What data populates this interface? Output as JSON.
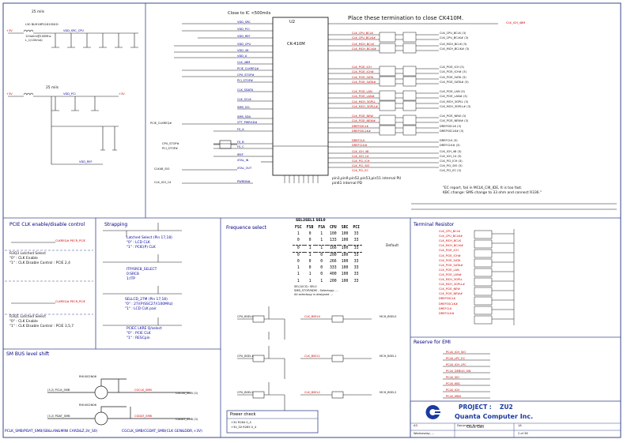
{
  "sections": {
    "pcie_ctrl": "PCIE CLK enable/disable control",
    "strapping": "Strapping",
    "freq_select": "Frequence select",
    "terminal": "Terminal Resistor",
    "smbus": "SM BUS level shift",
    "power_check": "Power check",
    "reserve": "Reserve for EMI"
  },
  "chip": {
    "ref": "U2",
    "name": "CK-410M"
  },
  "notes": {
    "close_to_ic": "Close to IC <500mils",
    "place_termination": "Place these termination to close CK410M.",
    "mils_top": "25 mils",
    "mils_mid": "25 mils",
    "pin_note1": "pin3,pin9,pin52,pin53,pin51 internal PU",
    "pin_note2": "pin61 internal PD",
    "ec_note1": "\"EC report, fail in MCLK_CIK_IDE, It is too fast.",
    "ec_note2": "KBC change: SMS change to 33 ohm and connect R336.\"",
    "default": "Default",
    "sel_note1": "SEL2(ICS): SEL0",
    "sel_note2": "SMB_STOP/NDM - Selectopy: ...",
    "sel_note3": "All selectopy is designed ..."
  },
  "pcie_ctrl": {
    "line1": "R3Q3 Latched Select",
    "line2": "\"0\" : CLK Enable",
    "line3": "\"1\" : CLK Disable Control : PCIE 2,4",
    "line4": "R3Q1 Latched Select",
    "line5": "\"0\" : CLK Enable",
    "line6": "\"1\" : CLK Disable Control : PCIE 3,5,7",
    "sig1": "CLKREQ# PECR_PCIE",
    "sig2": "CLKREQ# PECR_PCIE"
  },
  "strapping": {
    "s1_title": "Latched Select (Pin 17,18)",
    "s1_a": "\"0\" : LCD CLK",
    "s1_b": "\"1\" : PCIE(P) CLK",
    "s2_title": "ITP/SRC8_SELECT",
    "s2_a": "0:SRC8",
    "s2_b": "1:ITP",
    "s3_title": "SELLCD_27M (Pin 17,18)",
    "s3_a": "\"0\" : 27/(P)SSC27/(100Mhz)",
    "s3_b": "\"1\" : LCD CLK pair",
    "s4_title": "PCIEC LKRE Q/select",
    "s4_a": "\"0\" : PCIE CLK",
    "s4_b": "\"1\" : RESCpin"
  },
  "freq_table": {
    "title": "SEL2SEL1 SEL0",
    "headers": [
      "FSC",
      "FSB",
      "FSA",
      "CPU",
      "SRC",
      "PCI"
    ],
    "rows": [
      [
        "1",
        "0",
        "1",
        "100",
        "100",
        "33"
      ],
      [
        "0",
        "0",
        "1",
        "133",
        "100",
        "33"
      ],
      [
        "0",
        "1",
        "1",
        "166",
        "100",
        "33"
      ],
      [
        "0",
        "1",
        "0",
        "200",
        "100",
        "33"
      ],
      [
        "0",
        "0",
        "0",
        "266",
        "100",
        "33"
      ],
      [
        "1",
        "0",
        "0",
        "333",
        "100",
        "33"
      ],
      [
        "1",
        "1",
        "0",
        "400",
        "100",
        "33"
      ],
      [
        "1",
        "1",
        "1",
        "200",
        "100",
        "33"
      ]
    ]
  },
  "freq_signals": [
    "CPU_BSEL0",
    "CPU_BSEL1",
    "CPU_BSEL2",
    "MCH_BSEL0",
    "MCH_BSEL1",
    "MCH_BSEL2",
    "CLK_BSEL0",
    "CLK_BSEL1",
    "CLK_BSEL2"
  ],
  "left_pins": [
    "VDD_SRC",
    "VDD_PCI",
    "VDD_REF",
    "VDD_CPU",
    "VDD_48",
    "VDD_A",
    "CLK_48M",
    "PCIE_CLKREQ#",
    "CPU_STOP#",
    "PCI_STOP#",
    "CLK_SDATA",
    "CLK_SCLK",
    "SMB_SCL",
    "SMB_SDA",
    "VTT_PWRGD#",
    "FS_A",
    "FS_B",
    "FS_C",
    "IREF",
    "XTAL_IN",
    "XTAL_OUT",
    "PWRDN#"
  ],
  "right_clocks": [
    "CLK_CPU_BCLK",
    "CLK_CPU_BCLK#",
    "CLK_MCH_BCLK",
    "CLK_MCH_BCLK#",
    "CLK_PCIE_ICH",
    "CLK_PCIE_ICH#",
    "CLK_PCIE_SATA",
    "CLK_PCIE_SATA#",
    "CLK_PCIE_LAN",
    "CLK_PCIE_LAN#",
    "CLK_MCH_3GPLL",
    "CLK_MCH_3GPLL#",
    "CLK_PCIE_NEW",
    "CLK_PCIE_NEW#",
    "DREFSSCLK",
    "DREFSSCLK#",
    "DREFCLK",
    "DREFCLK#",
    "CLK_ICH_48",
    "CLK_ICH_14",
    "CLK_PCI_ICH",
    "CLK_PCI_SIO",
    "CLK_PCI_EC"
  ],
  "terminal_sigs": [
    "CLK_CPU_BCLK",
    "CLK_CPU_BCLK#",
    "CLK_MCH_BCLK",
    "CLK_MCH_BCLK#",
    "CLK_PCIE_ICH",
    "CLK_PCIE_ICH#",
    "CLK_PCIE_SATA",
    "CLK_PCIE_SATA#",
    "CLK_PCIE_LAN",
    "CLK_PCIE_LAN#",
    "CLK_MCH_3GPLL",
    "CLK_MCH_3GPLL#",
    "CLK_PCIE_NEW",
    "CLK_PCIE_NEW#",
    "DREFSSCLK",
    "DREFSSCLK#",
    "DREFCLK",
    "DREFCLK#"
  ],
  "reserve_sigs": [
    "PCLK_ICH_SIO",
    "PCLK_LPC_EC",
    "PCLK_ICH_LPC",
    "PCLK_DEBUG_SW",
    "PCLK_SIO",
    "PCLK_KBC",
    "PCLK_ICH",
    "PCLK_MINI"
  ],
  "smbus": {
    "left_top": "(3,2) PCLK_SMB",
    "left_bot": "(3,2) PDAT_SMB",
    "mid_top": "CGCLK_SMB",
    "mid_bot": "CGDAT_SMB",
    "right_top": "CGCLK_SMB (3)",
    "right_bot": "CGDAT_SMB (3)",
    "q1": "RHU002N06",
    "q2": "RHU002N06",
    "footer_left": "PCLK_SMB/PDAT_SMB(SB&LAN&MINI CARD&Z,3V_S0)",
    "footer_right": "CGCLK_SMB/CGDAT_SMB(CLK GEN&DDR,+3V)"
  },
  "power_check": {
    "line1": "+3V  R284  0_4",
    "line2": "+3V_S0  R285  0_4"
  },
  "title_block": {
    "project_label": "PROJECT :",
    "project": "ZU2",
    "company": "Quanta Computer Inc.",
    "doc_label": "Document Number",
    "doc": "Clock Gen",
    "size": "A3",
    "rev": "1A",
    "date": "Wednesday, ...",
    "sheet": "2 of 38"
  },
  "top_left": {
    "l1": "L30 BLM18PG181SN1D",
    "l2": "L_1(100mA)",
    "l3": "120ohm@100Mhz",
    "v1": "+3V",
    "v2": "+3V",
    "v3": "+3V",
    "vdd1": "VDD_SRC_CPU",
    "vdd2": "VDD_PCI",
    "vdd3": "VDD_REF"
  },
  "right_top": {
    "sig": "CLK_ICH_48M",
    "sig2": "PCIE_CLKREQ#",
    "sig3": "CPU_STOP#",
    "sig4": "PCI_STOP#",
    "sig5": "CLK48_SIO",
    "sig6": "CLK_ICH_14"
  }
}
